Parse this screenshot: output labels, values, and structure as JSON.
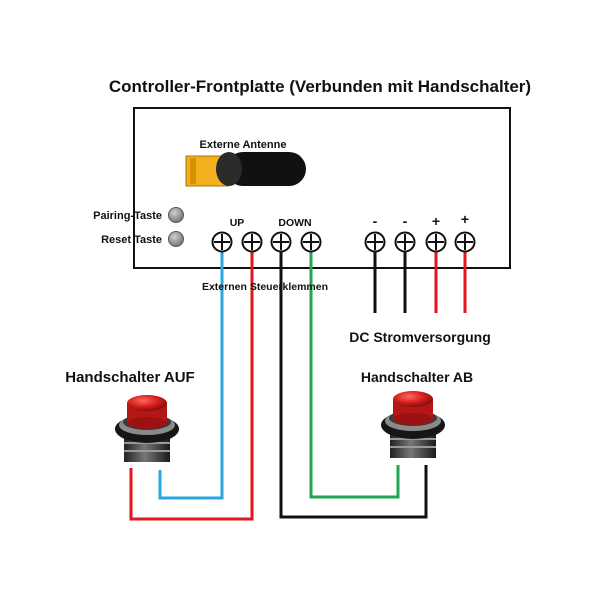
{
  "title": "Controller-Frontplatte (Verbunden mit Handschalter)",
  "antenna_label": "Externe Antenne",
  "buttons": [
    {
      "label": "Pairing-Taste"
    },
    {
      "label": "Reset Taste"
    }
  ],
  "terminal_group_labels": {
    "up": "UP",
    "down": "DOWN"
  },
  "power_polarity": [
    "-",
    "-",
    "+",
    "+"
  ],
  "control_terminals_label": "Externen Steuerklemmen",
  "power_label": "DC Stromversorgung",
  "switches": [
    {
      "label": "Handschalter AUF"
    },
    {
      "label": "Handschalter AB"
    }
  ],
  "colors": {
    "wire_red": "#e3161d",
    "wire_blue": "#2aa7e0",
    "wire_black": "#111111",
    "wire_green": "#22a651",
    "antenna_tip": "#f2b01e",
    "switch_cap": "#d41c1c",
    "button_grey": "#888888"
  }
}
